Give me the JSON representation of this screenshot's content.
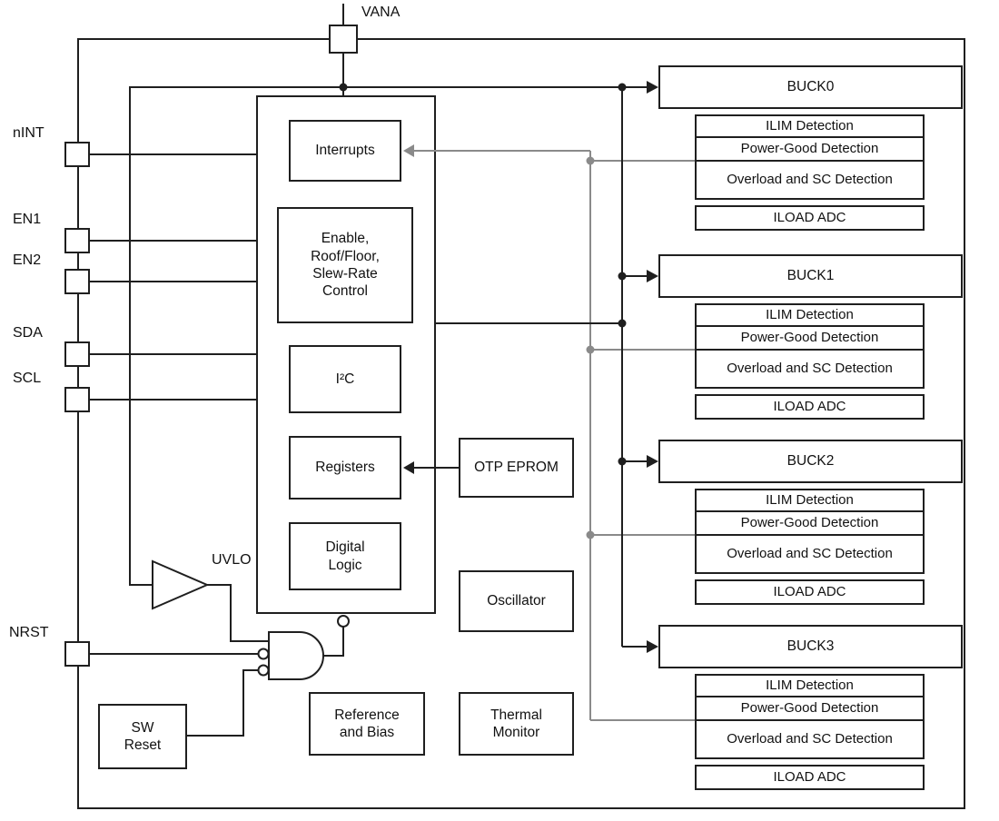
{
  "colors": {
    "line": "#1f1f1f",
    "gray": "#8a8a8a"
  },
  "pins": {
    "vana": "VANA",
    "nint": "nINT",
    "en1": "EN1",
    "en2": "EN2",
    "sda": "SDA",
    "scl": "SCL",
    "nrst": "NRST"
  },
  "core": {
    "interrupts": "Interrupts",
    "enable_block": "Enable,\nRoof/Floor,\nSlew-Rate\nControl",
    "i2c": "I²C",
    "registers": "Registers",
    "digital_logic": "Digital\nLogic"
  },
  "analog": {
    "uvlo": "UVLO",
    "otp_eprom": "OTP EPROM",
    "oscillator": "Oscillator",
    "thermal_monitor": "Thermal\nMonitor",
    "reference_bias": "Reference\nand Bias",
    "sw_reset": "SW\nReset"
  },
  "bucks": [
    {
      "title": "BUCK0",
      "rows": [
        "ILIM Detection",
        "Power-Good Detection",
        "Overload and SC Detection",
        "ILOAD ADC"
      ]
    },
    {
      "title": "BUCK1",
      "rows": [
        "ILIM Detection",
        "Power-Good Detection",
        "Overload and SC Detection",
        "ILOAD ADC"
      ]
    },
    {
      "title": "BUCK2",
      "rows": [
        "ILIM Detection",
        "Power-Good Detection",
        "Overload and SC Detection",
        "ILOAD ADC"
      ]
    },
    {
      "title": "BUCK3",
      "rows": [
        "ILIM Detection",
        "Power-Good Detection",
        "Overload and SC Detection",
        "ILOAD ADC"
      ]
    }
  ]
}
